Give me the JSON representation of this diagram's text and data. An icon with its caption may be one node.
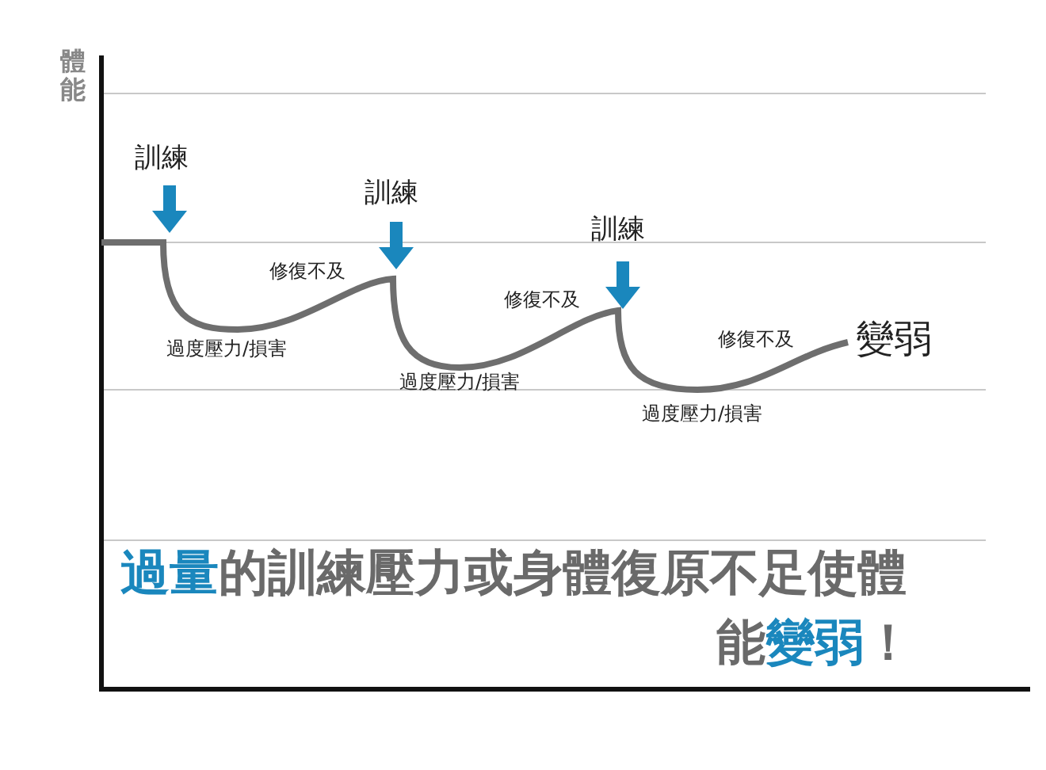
{
  "diagram": {
    "caption": "**過量**的訓練壓力或身體復原不足使體能**變弱**！",
    "labels": [
      "體能",
      "訓練",
      "訓練",
      "訓練",
      "修復不及",
      "修復不及",
      "修復不及",
      "過度壓力/損害",
      "過度壓力/損害",
      "過度壓力/損害",
      "變弱"
    ]
  }
}
